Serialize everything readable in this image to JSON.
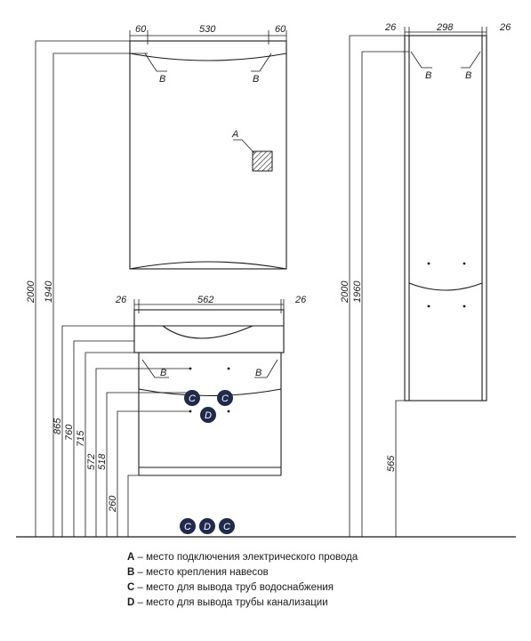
{
  "dimensions": {
    "mirror_left_margin": "60",
    "mirror_width": "530",
    "mirror_right_margin": "60",
    "column_left_margin": "26",
    "column_width": "298",
    "column_right_margin": "26",
    "vanity_left_margin": "26",
    "vanity_width": "562",
    "vanity_right_margin": "26",
    "mirror_height_total": "2000",
    "mirror_hinge_height": "1940",
    "column_height_total": "2000",
    "column_hinge_height": "1960",
    "column_bottom": "565",
    "vanity_h1": "865",
    "vanity_h2": "760",
    "vanity_h3": "715",
    "vanity_h4": "572",
    "vanity_h5": "518",
    "vanity_h6": "260"
  },
  "markers": {
    "a": "A",
    "b": "B",
    "c": "C",
    "d": "D"
  },
  "legend": [
    {
      "key": "A",
      "text": " – место подключения электрического провода"
    },
    {
      "key": "B",
      "text": " – место крепления навесов"
    },
    {
      "key": "C",
      "text": " – место для вывода труб водоснабжения"
    },
    {
      "key": "D",
      "text": " – место для вывода трубы канализации"
    }
  ],
  "colors": {
    "marker_fill": "#1f2a4d",
    "line": "#1a1a1a"
  }
}
